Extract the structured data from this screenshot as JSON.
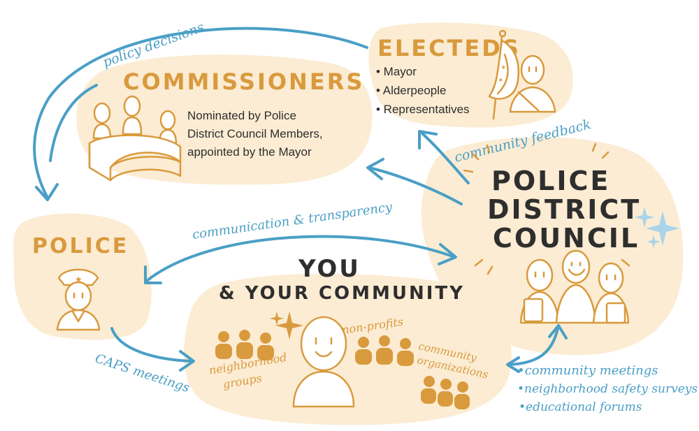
{
  "colors": {
    "blob": "#fbecd3",
    "orange": "#d99a3d",
    "blue": "#4a9fc6",
    "dark": "#2e2e2e"
  },
  "nodes": {
    "electeds": {
      "title": "ELECTEDS",
      "items": [
        "• Mayor",
        "• Alderpeople",
        "• Representatives"
      ]
    },
    "commissioners": {
      "title": "COMMISSIONERS",
      "desc": [
        "Nominated by Police",
        "District Council Members,",
        "appointed by the Mayor"
      ]
    },
    "police": {
      "title": "POLICE"
    },
    "council": {
      "title": [
        "POLICE",
        "DISTRICT",
        "COUNCIL"
      ]
    },
    "you": {
      "title": "YOU",
      "subtitle": "& YOUR COMMUNITY"
    },
    "groups": {
      "neighborhood": [
        "neighborhood",
        "groups"
      ],
      "nonprofits": "non-profits",
      "orgs": [
        "community",
        "organizations"
      ]
    }
  },
  "edges": {
    "policy": "policy decisions",
    "feedback": "community feedback",
    "comm": "communication & transparency",
    "caps": "CAPS meetings"
  },
  "channels": [
    "•community meetings",
    "•neighborhood safety surveys",
    "•educational forums"
  ],
  "icons": [
    "flag-icon",
    "person-icon",
    "police-officer-icon",
    "council-table-icon",
    "sparkle-icon"
  ]
}
